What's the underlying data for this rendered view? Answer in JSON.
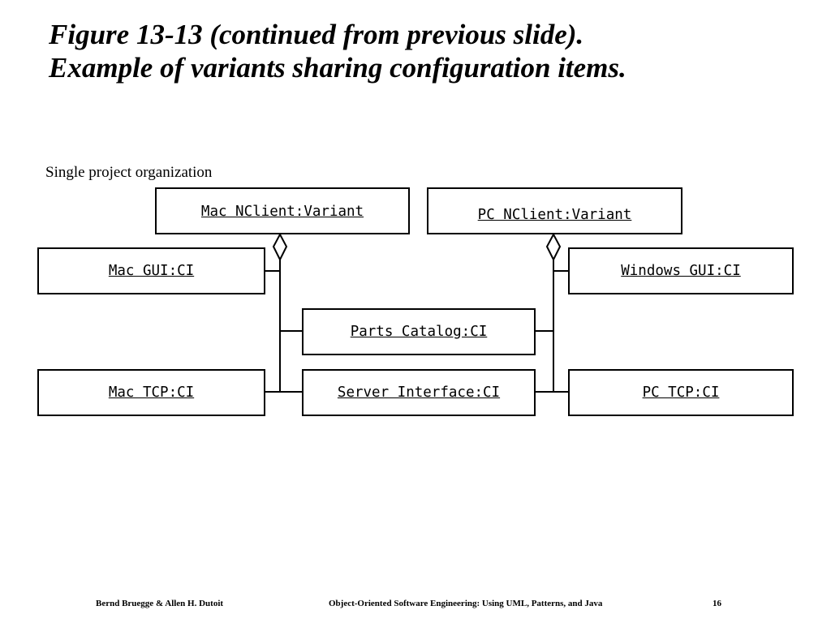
{
  "slide": {
    "title_line1": "Figure 13-13 (continued from previous slide).",
    "title_line2": "Example of variants sharing configuration items.",
    "subtitle": "Single project organization"
  },
  "boxes": {
    "mac_nclient": "Mac NClient:Variant",
    "pc_nclient": "PC NClient:Variant",
    "mac_gui": "Mac GUI:CI",
    "windows_gui": "Windows GUI:CI",
    "parts_catalog": "Parts Catalog:CI",
    "mac_tcp": "Mac TCP:CI",
    "server_interface": "Server Interface:CI",
    "pc_tcp": "PC TCP:CI"
  },
  "footer": {
    "authors": "Bernd Bruegge & Allen H. Dutoit",
    "book": "Object-Oriented Software Engineering: Using UML, Patterns, and Java",
    "page": "16"
  }
}
